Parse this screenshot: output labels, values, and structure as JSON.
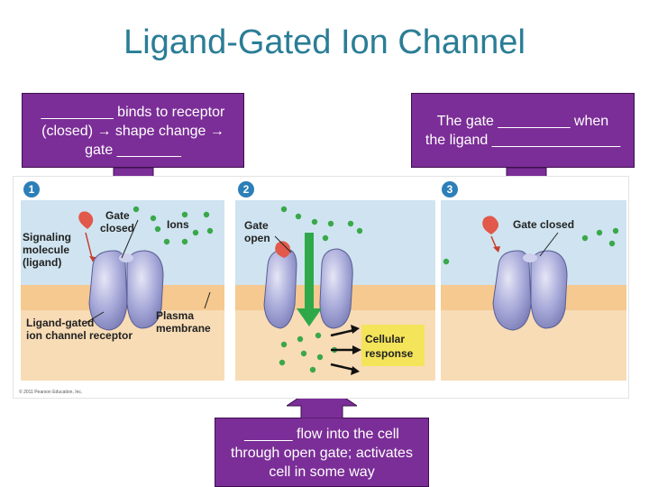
{
  "slide": {
    "title": "Ligand-Gated Ion Channel"
  },
  "callouts": {
    "left": [
      "_________ binds to receptor",
      "(closed) → shape change →",
      "gate ________"
    ],
    "right": [
      "The gate _________ when",
      "the ligand ________________"
    ],
    "bottom": [
      "______ flow into the cell",
      "through open gate; activates",
      "cell in some way"
    ]
  },
  "figure": {
    "panels": [
      "1",
      "2",
      "3"
    ],
    "labels": {
      "gate_closed_1": [
        "Gate",
        "closed"
      ],
      "ions": "Ions",
      "signaling": [
        "Signaling",
        "molecule",
        "(ligand)"
      ],
      "receptor": [
        "Ligand-gated",
        "ion channel receptor"
      ],
      "membrane": [
        "Plasma",
        "membrane"
      ],
      "gate_open": [
        "Gate",
        "open"
      ],
      "response": [
        "Cellular",
        "response"
      ],
      "gate_closed_3": "Gate closed",
      "copyright": "© 2011 Pearson Education, Inc."
    }
  },
  "colors": {
    "title": "#2a7d96",
    "callout_bg": "#7b2e97",
    "arrow": "#7b2e97",
    "outside": "#cfe4f0",
    "membrane": "#f5c98f",
    "inside": "#f8dcb6",
    "ion": "#3aa84a",
    "ligand": "#e2584a",
    "response_box": "#f4e45a"
  }
}
